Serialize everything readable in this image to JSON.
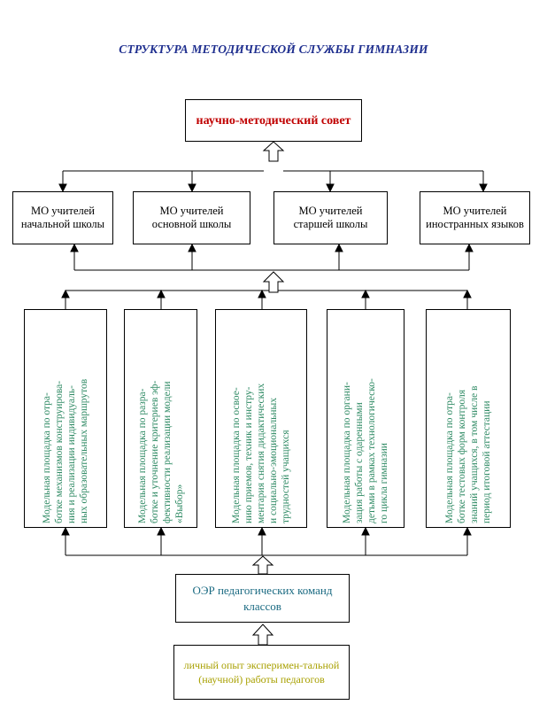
{
  "title": "СТРУКТУРА МЕТОДИЧЕСКОЙ СЛУЖБЫ ГИМНАЗИИ",
  "council": "научно-методический совет",
  "mo": [
    "МО учителей начальной школы",
    "МО учителей основной школы",
    "МО учителей старшей школы",
    "МО учителей иностранных языков"
  ],
  "platforms": [
    "Модельная площадка по отра-\nботке механизмов конструирова-\nния и реализации индивидуаль-\nных образовательных маршрутов",
    "Модельная площадка по разра-\nботке и уточнение критериев эф-\nфективности реализации модели\n«Выбор»",
    "Модельная площадка по освое-\nнию приемов, техник и инстру-\nментария снятия дидактических\nи социально-эмоциональных\nтрудностей учащихся",
    "Модельная площадка по органи-\nзация работы с одаренными\nдетьми в рамках технологическо-\nго цикла гимназии",
    "Модельная площадка по отра-\nботке тестовых форм контроля\nзнаний учащихся, в том числе в\nпериод итоговой аттестации"
  ],
  "oer": "ОЭР педагогических команд классов",
  "experience": "личный опыт эксперимен-тальной (научной) работы педагогов",
  "colors": {
    "title": "#1f2f8f",
    "council": "#c00000",
    "platforms": "#2f8a64",
    "oer": "#1a6a82",
    "experience": "#a8a000"
  }
}
